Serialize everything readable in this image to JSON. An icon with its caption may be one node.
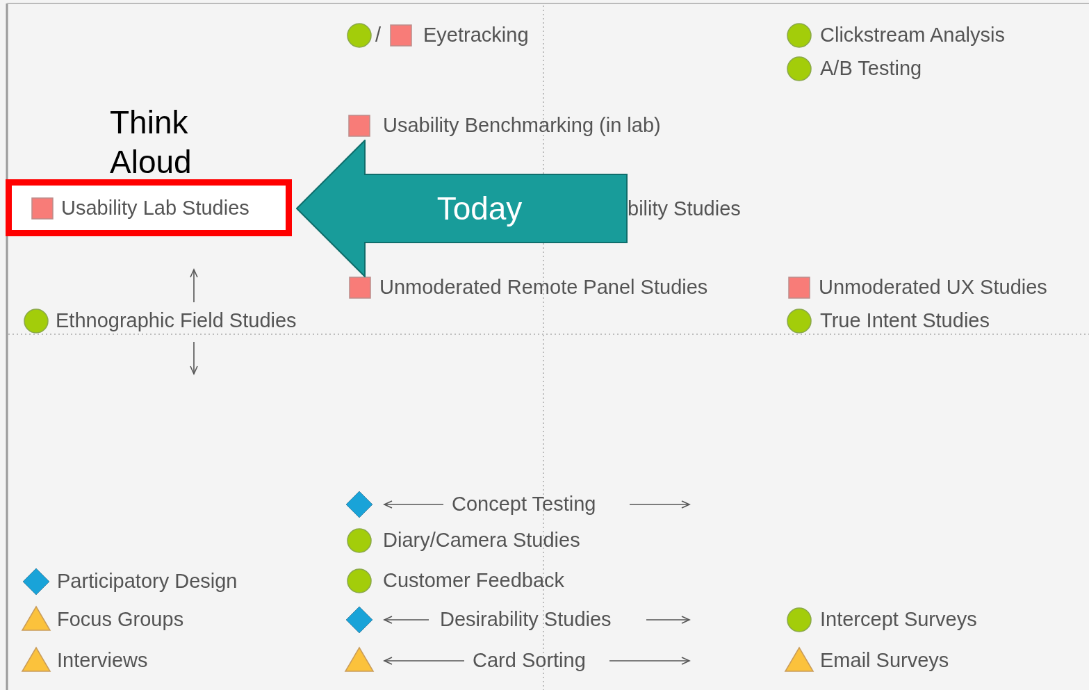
{
  "diagram": {
    "nodes": [
      {
        "text": [
          "Usability Lab Studies"
        ],
        "beside": [
          "Think Aloud"
        ]
      },
      {
        "text": [
          "Today"
        ]
      }
    ],
    "labels": [
      "/",
      "Eyetracking",
      "Clickstream Analysis",
      "A/B Testing",
      "Usability Benchmarking (in lab)",
      "bility Studies",
      "Unmoderated Remote Panel Studies",
      "Unmoderated UX Studies",
      "Ethnographic Field Studies",
      "True Intent Studies",
      "Concept Testing",
      "Diary/Camera Studies",
      "Participatory Design",
      "Customer Feedback",
      "Focus Groups",
      "Desirability Studies",
      "Intercept Surveys",
      "Interviews",
      "Card Sorting",
      "Email Surveys"
    ]
  }
}
